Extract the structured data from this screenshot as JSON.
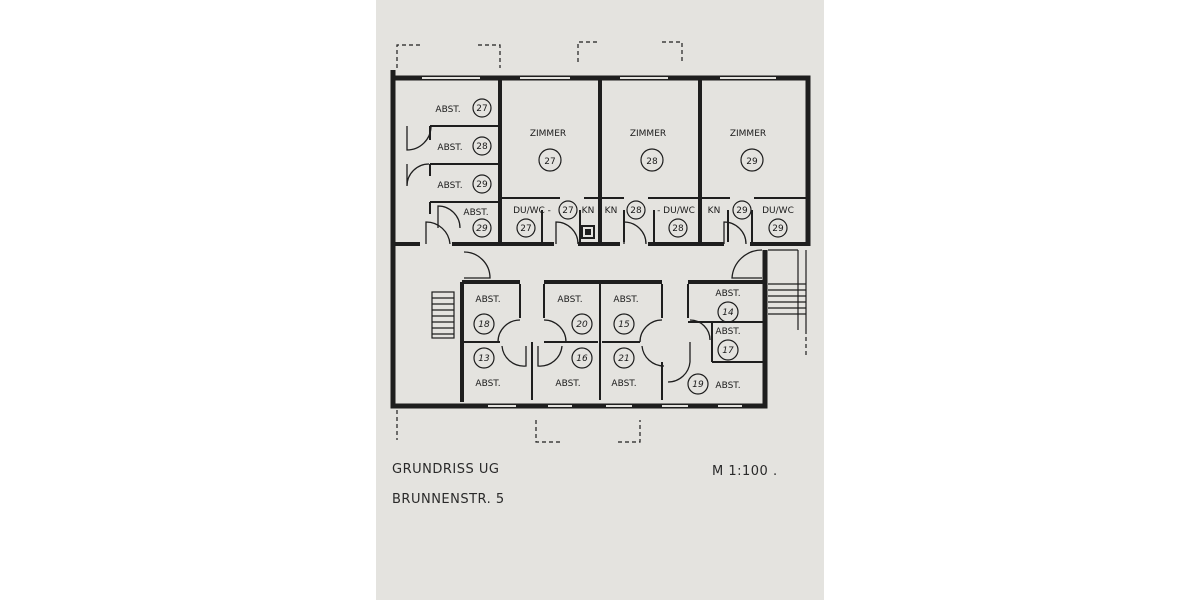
{
  "title_lines": [
    "GRUNDRISS UG",
    "BRUNNENSTR. 5"
  ],
  "scale": "M 1:100 .",
  "colors": {
    "paper": "#e4e3df",
    "ink": "#1e1e1e"
  },
  "labels": {
    "abst": "ABST.",
    "zimmer": "ZIMMER",
    "duwc": "DU/WC",
    "duwc_dash": "DU/WC -",
    "kn": "KN",
    "dash_duwc": "- DU/WC"
  },
  "numbers": {
    "a27": "27",
    "a28": "28",
    "a29": "29",
    "a29b": "29",
    "z27": "27",
    "z28": "28",
    "z29": "29",
    "d27": "27",
    "d28": "28",
    "d29": "29",
    "k27": "27",
    "k28": "28",
    "k29": "29",
    "n18": "18",
    "n13": "13",
    "n20": "20",
    "n16": "16",
    "n15": "15",
    "n21": "21",
    "n14": "14",
    "n17": "17",
    "n19": "19"
  }
}
